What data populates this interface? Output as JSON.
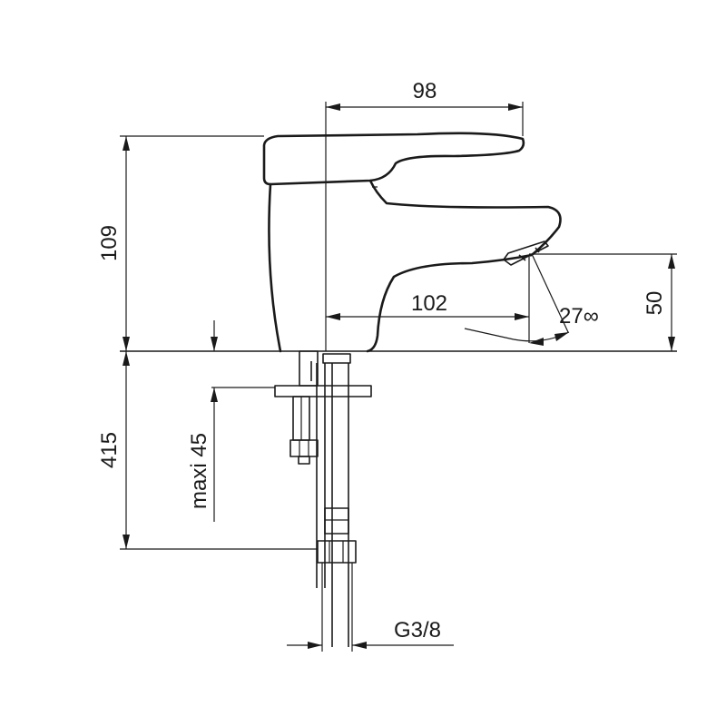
{
  "drawing": {
    "dimensions": {
      "spout_reach": "98",
      "height": "109",
      "spout_length": "102",
      "outlet_height": "50",
      "spray_angle": "27∞",
      "connection_length": "415",
      "max_deck_thickness": "maxi 45",
      "thread": "G3/8"
    }
  }
}
